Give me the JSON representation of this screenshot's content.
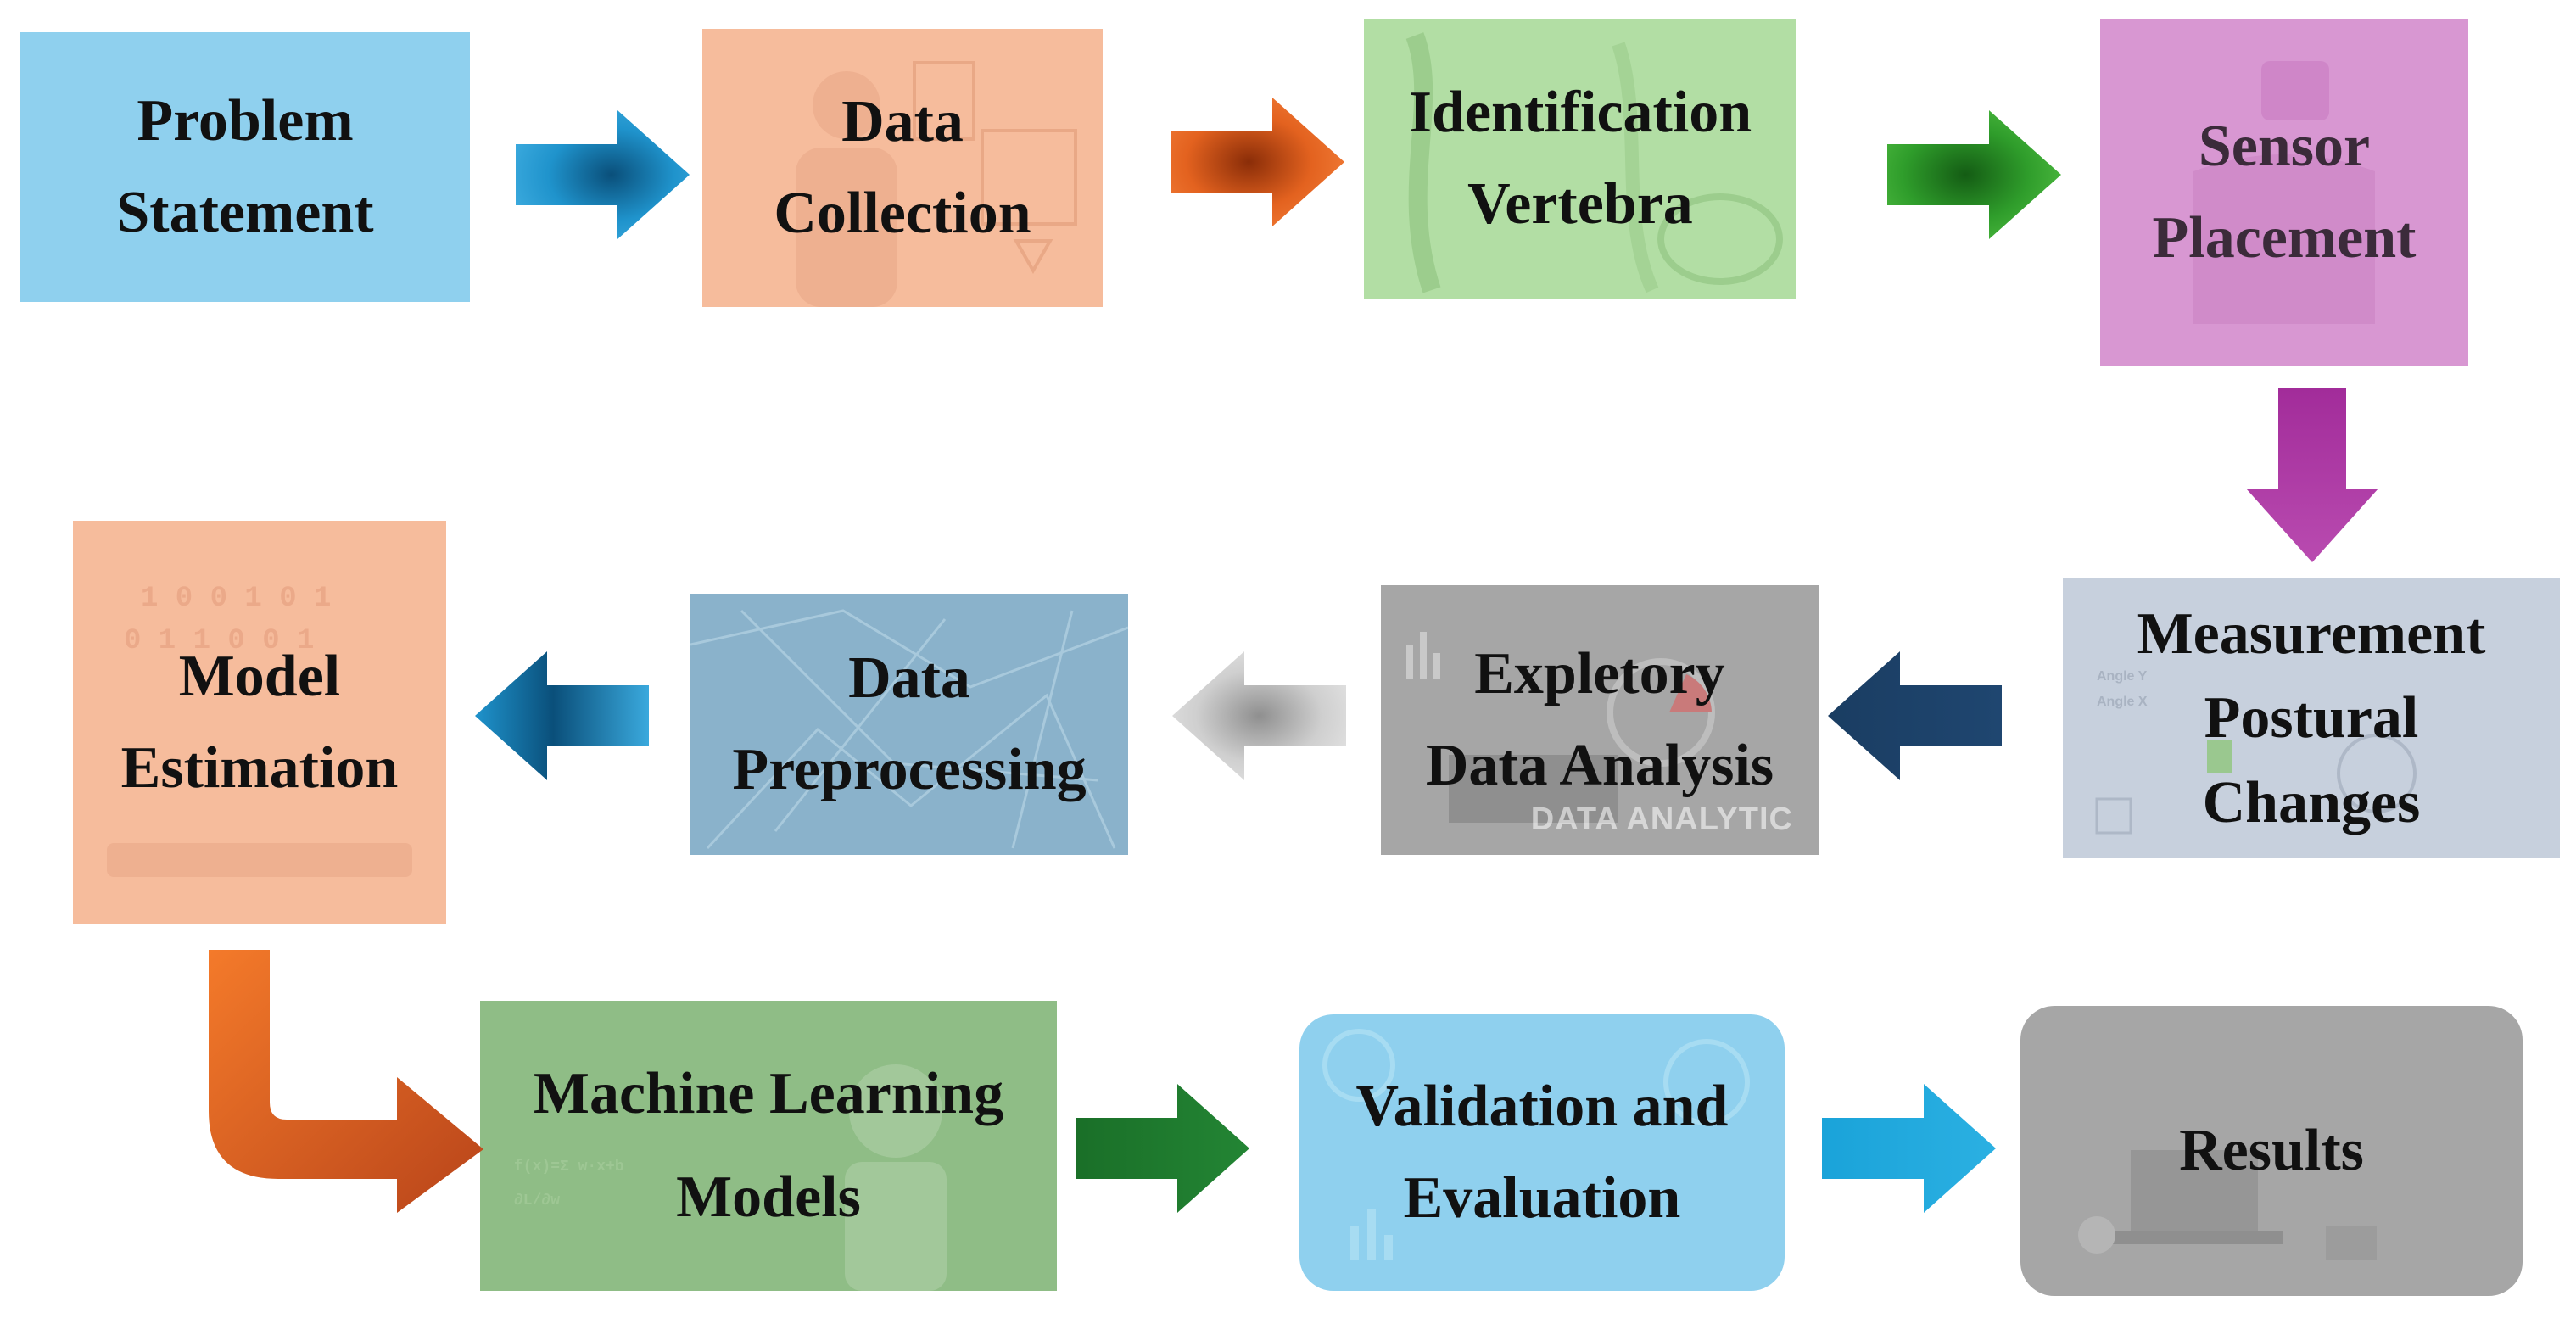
{
  "steps": {
    "problem_statement": "Problem\nStatement",
    "data_collection": "Data\nCollection",
    "identification_vertebra": "Identification\nVertebra",
    "sensor_placement": "Sensor\nPlacement",
    "measurement_postural_changes": "Measurement\nPostural\nChanges",
    "expletory_data_analysis": "Expletory\nData Analysis",
    "data_preprocessing": "Data\nPreprocessing",
    "model_estimation": "Model\nEstimation",
    "machine_learning_models": "Machine Learning\nModels",
    "validation_evaluation": "Validation and\nEvaluation",
    "results": "Results"
  },
  "watermark_text": "DATA ANALYTIC",
  "colors": {
    "sky_blue": "#8fd0ee",
    "salmon": "#f6bc9c",
    "light_green": "#b2dea4",
    "orchid": "#d897d2",
    "slate_blue": "#c7d0dd",
    "gray_box": "#a6a6a6",
    "steel_blue": "#8ab2cb",
    "sage_green": "#8fbd86",
    "arrow_blue": "#1f93cc",
    "arrow_orange": "#e3621f",
    "arrow_green": "#2f9d2b",
    "arrow_purple": "#b039a8",
    "arrow_navy": "#1a3d62",
    "arrow_light_gray": "#cfcfcf",
    "arrow_dark_green": "#1f7a2e",
    "arrow_cyan": "#1aa3d9"
  }
}
